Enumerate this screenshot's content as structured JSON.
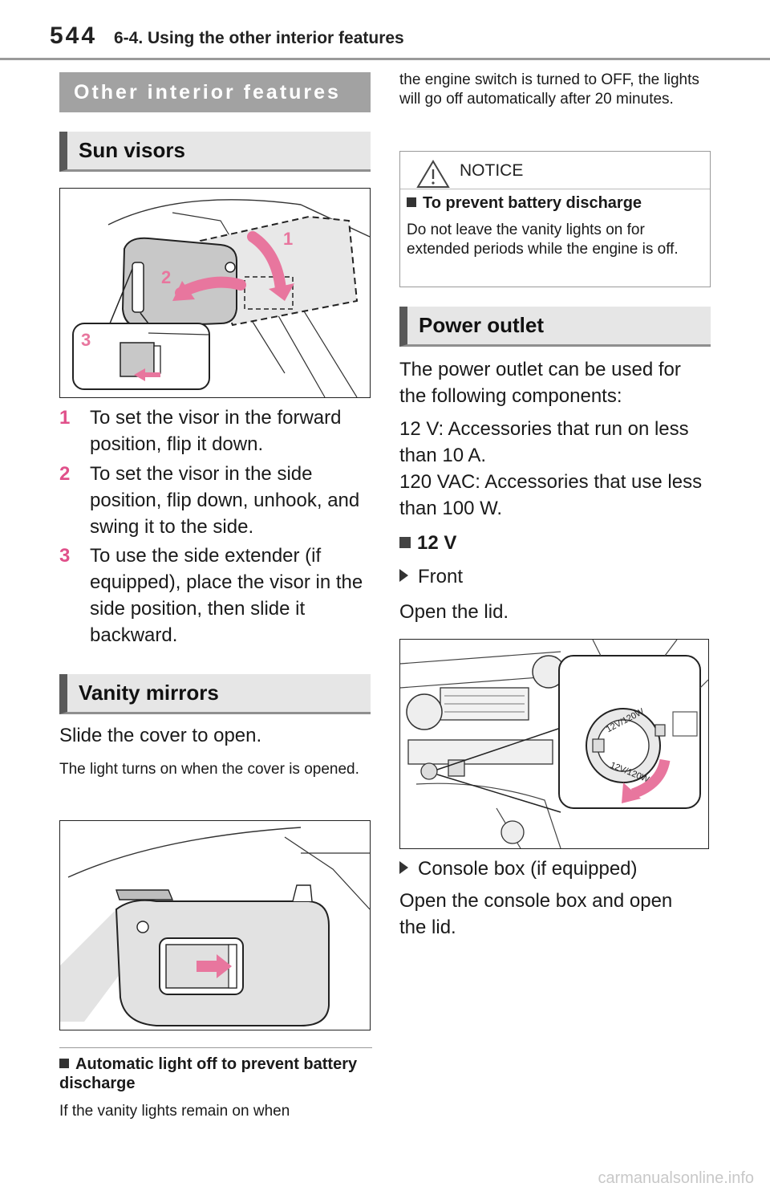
{
  "header": {
    "page_number": "544",
    "section_title": "6-4. Using the other interior features"
  },
  "left": {
    "banner": "Other interior features",
    "sun_visors": {
      "heading": "Sun visors",
      "callouts": [
        "1",
        "2",
        "3"
      ],
      "steps": [
        {
          "num": "1",
          "text": "To set the visor in the forward position, flip it down."
        },
        {
          "num": "2",
          "text": "To set the visor in the side position, flip down, unhook, and swing it to the side."
        },
        {
          "num": "3",
          "text": "To use the side extender (if equipped), place the visor in the side position, then slide it backward."
        }
      ]
    },
    "vanity_mirrors": {
      "heading": "Vanity mirrors",
      "instruction": "Slide the cover to open.",
      "note": "The light turns on when the cover is opened."
    },
    "auto_light": {
      "heading": "Automatic light off to prevent battery discharge",
      "text": "If the vanity lights remain on when"
    }
  },
  "right": {
    "continuation": "the engine switch is turned to OFF, the lights will go off automatically after 20 minutes.",
    "notice": {
      "title": "NOTICE",
      "heading": "To prevent battery discharge",
      "text": "Do not leave the vanity lights on for extended periods while the engine is off."
    },
    "power_outlet": {
      "heading": "Power outlet",
      "intro": "The power outlet can be used for the following components:",
      "spec_12v": "12 V: Accessories that run on less than 10 A.",
      "spec_120v": "120 VAC: Accessories that use less than 100 W.",
      "sub_12v": "12 V",
      "front_label": "Front",
      "front_instruction": "Open the lid.",
      "outlet_marking": "12V/120W",
      "console_label": "Console box (if equipped)",
      "console_instruction": "Open the console box and open the lid."
    }
  },
  "footer": {
    "watermark": "carmanualsonline.info"
  }
}
